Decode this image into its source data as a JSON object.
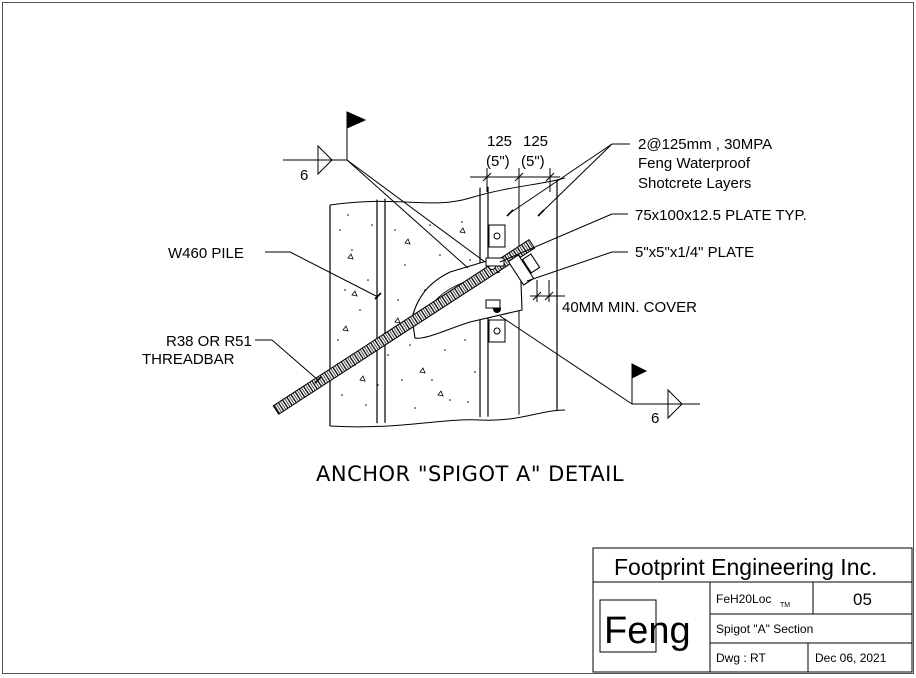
{
  "labels": {
    "weld_left_size": "6",
    "weld_right_size": "6",
    "dim_left_value": "125",
    "dim_right_value": "125",
    "dim_left_imperial": "(5\")",
    "dim_right_imperial": "(5\")",
    "shotcrete_line1": "2@125mm , 30MPA",
    "shotcrete_line2": "Feng Waterproof",
    "shotcrete_line3": "Shotcrete Layers",
    "plate_large": "75x100x12.5 PLATE TYP.",
    "plate_small": "5\"x5\"x1/4\" PLATE",
    "pile": "W460 PILE",
    "cover": "40MM MIN. COVER",
    "threadbar_line1": "R38 OR R51",
    "threadbar_line2": "THREADBAR"
  },
  "detail_title": "ANCHOR \"SPIGOT A\" DETAIL",
  "title_block": {
    "company": "Footprint Engineering Inc.",
    "logo_text": "Feng",
    "project_code": "FeH20Loc",
    "trademark": "TM",
    "sheet_number": "05",
    "sheet_title": "Spigot \"A\" Section",
    "drawn_by": "Dwg : RT",
    "date": "Dec 06, 2021"
  }
}
